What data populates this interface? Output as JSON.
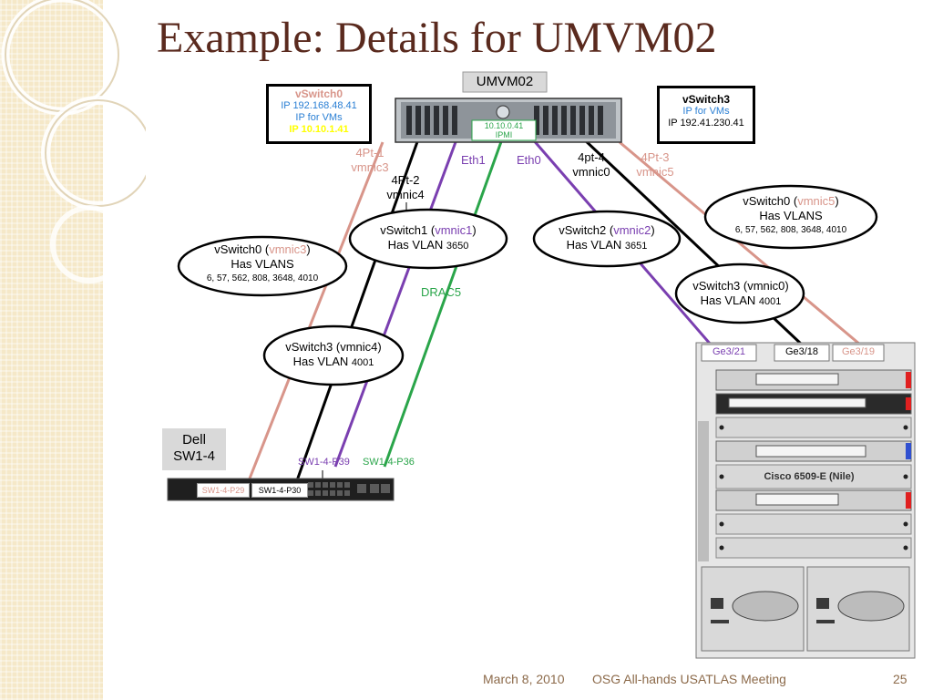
{
  "slide": {
    "title": "Example: Details for UMVM02",
    "footer_date": "March 8, 2010",
    "footer_event": "OSG All-hands USATLAS Meeting",
    "page_number": "25"
  },
  "server": {
    "label": "UMVM02",
    "ipmi_ip": "10.10.0.41",
    "ipmi_label": "IPMI"
  },
  "vswitch0_box": {
    "title": "vSwitch0",
    "ip": "IP 192.168.48.41",
    "vm_note": "IP for VMs",
    "second_ip": "IP 10.10.1.41"
  },
  "vswitch3_box": {
    "title": "vSwitch3",
    "vm_note": "IP for VMs",
    "ip": "IP 192.41.230.41"
  },
  "link_labels": {
    "pt1_a": "4Pt-1",
    "pt1_b": "vmnic3",
    "pt2_a": "4Pt-2",
    "pt2_b": "vmnic4",
    "eth1": "Eth1",
    "eth0": "Eth0",
    "pt4_a": "4pt-4",
    "pt4_b": "vmnic0",
    "pt3_a": "4Pt-3",
    "pt3_b": "vmnic5",
    "drac": "DRAC5"
  },
  "ellipses": {
    "vs1_pre": "vSwitch1 (",
    "vs1_nic": "vmnic1",
    "vs1_post": ")",
    "vs1_vlan": "Has VLAN ",
    "vs1_num": "3650",
    "vs2_pre": "vSwitch2 (",
    "vs2_nic": "vmnic2",
    "vs2_post": ")",
    "vs2_vlan": "Has VLAN ",
    "vs2_num": "3651",
    "vs0l_pre": "vSwitch0 (",
    "vs0l_nic": "vmnic3",
    "vs0l_post": ")",
    "vs0l_vlans": "Has VLANS",
    "vs0l_list": "6, 57, 562, 808, 3648, 4010",
    "vs0r_pre": "vSwitch0 (",
    "vs0r_nic": "vmnic5",
    "vs0r_post": ")",
    "vs0r_vlans": "Has VLANS",
    "vs0r_list": "6, 57, 562, 808, 3648, 4010",
    "vs3l_name": "vSwitch3 (vmnic4)",
    "vs3l_vlan": "Has VLAN ",
    "vs3l_num": "4001",
    "vs3r_name": "vSwitch3 (vmnic0)",
    "vs3r_vlan": "Has VLAN ",
    "vs3r_num": "4001"
  },
  "dell": {
    "name_line1": "Dell",
    "name_line2": "SW1-4",
    "port_p29": "SW1-4-P29",
    "port_p30": "SW1-4-P30",
    "port_p39": "SW1-4-P39",
    "port_p36": "SW1-4-P36"
  },
  "cisco": {
    "name": "Cisco 6509-E (Nile)",
    "port_ge321": "Ge3/21",
    "port_ge318": "Ge3/18",
    "port_ge319": "Ge3/19"
  },
  "colors": {
    "title": "#5a2a1e",
    "purple": "#7a3fb0",
    "green": "#2aa54a",
    "salmon": "#d8958a",
    "blue": "#2a7fd4",
    "yellow": "#ffff00"
  }
}
